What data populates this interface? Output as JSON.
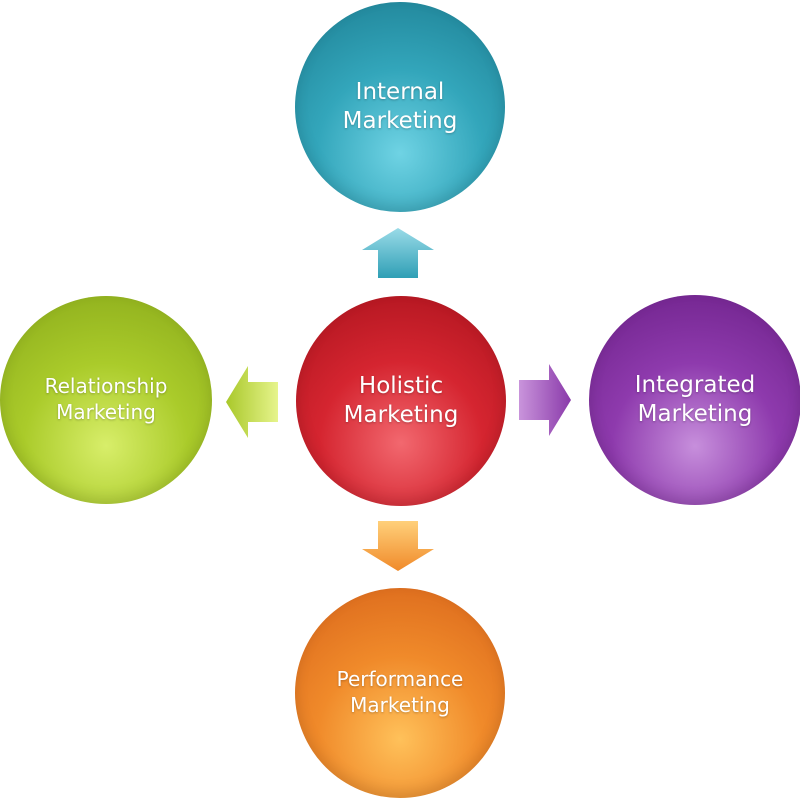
{
  "diagram": {
    "center": {
      "line1": "Holistic",
      "line2": "Marketing",
      "color": "#d52530"
    },
    "top": {
      "line1": "Internal",
      "line2": "Marketing",
      "color": "#33a6bb"
    },
    "left": {
      "line1": "Relationship",
      "line2": "Marketing",
      "color": "#aacb2a"
    },
    "right": {
      "line1": "Integrated",
      "line2": "Marketing",
      "color": "#8e3aad"
    },
    "bottom": {
      "line1": "Performance",
      "line2": "Marketing",
      "color": "#f08a2a"
    }
  }
}
